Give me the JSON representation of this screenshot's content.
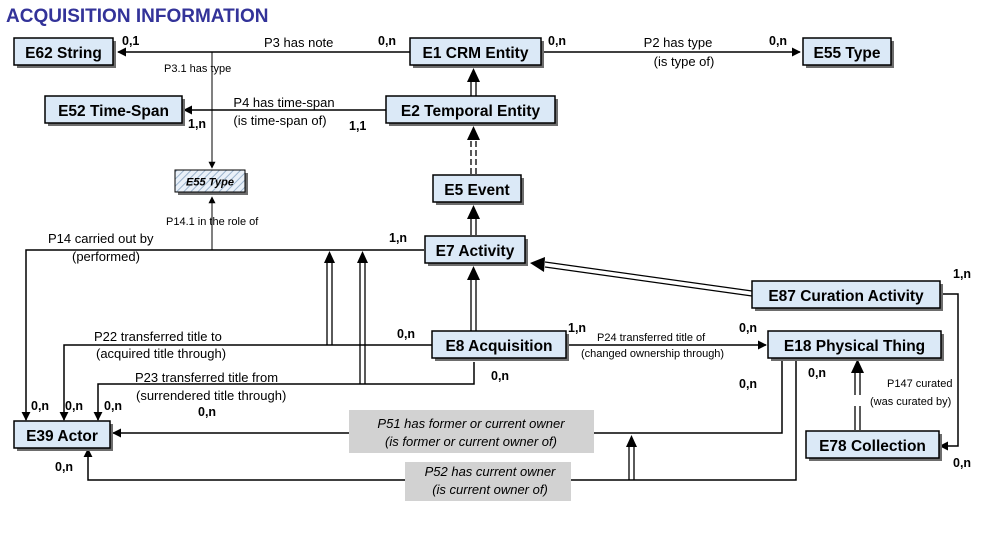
{
  "title": "ACQUISITION INFORMATION",
  "colors": {
    "title": "#333399",
    "box_fill": "#dbe9f7",
    "shade": "#d2d2d2"
  },
  "entities": {
    "e62_string": "E62 String",
    "e1_crm_entity": "E1 CRM Entity",
    "e55_type": "E55 Type",
    "e52_time_span": "E52 Time-Span",
    "e2_temporal_entity": "E2 Temporal Entity",
    "e55_type_small": "E55 Type",
    "e5_event": "E5 Event",
    "e7_activity": "E7 Activity",
    "e87_curation_activity": "E87 Curation Activity",
    "e8_acquisition": "E8 Acquisition",
    "e18_physical_thing": "E18 Physical Thing",
    "e39_actor": "E39 Actor",
    "e78_collection": "E78 Collection"
  },
  "properties": {
    "p3": "P3 has note",
    "p3_1": "P3.1 has type",
    "p2": "P2 has type",
    "p2_inv": "(is type of)",
    "p4": "P4 has time-span",
    "p4_inv": "(is time-span of)",
    "p14_1": "P14.1 in the role of",
    "p14": "P14 carried out by",
    "p14_inv": "(performed)",
    "p22": "P22 transferred title to",
    "p22_inv": "(acquired title through)",
    "p23": "P23 transferred title from",
    "p23_inv": "(surrendered title through)",
    "p24": "P24 transferred title of",
    "p24_inv": "(changed ownership through)",
    "p147": "P147 curated",
    "p147_inv": "(was curated by)",
    "p51": "P51 has former or current owner",
    "p51_inv": "(is former or current owner of)",
    "p52": "P52 has current owner",
    "p52_inv": "(is current owner of)"
  },
  "cardinalities": {
    "p3_range": "0,1",
    "p3_domain": "0,n",
    "p2_domain": "0,n",
    "p2_range": "0,n",
    "p4_range": "1,n",
    "p4_domain": "1,1",
    "p14_domain": "1,n",
    "p22_domain": "0,n",
    "p24_domain": "1,n",
    "p24_range": "0,n",
    "p23_domain": "0,n",
    "p87_collection": "1,n",
    "p18_left": "0,n",
    "p18_below": "0,n",
    "actor_1": "0,n",
    "actor_2": "0,n",
    "actor_3": "0,n",
    "actor_4": "0,n",
    "actor_bottom": "0,n",
    "collection_bottom": "0,n"
  }
}
